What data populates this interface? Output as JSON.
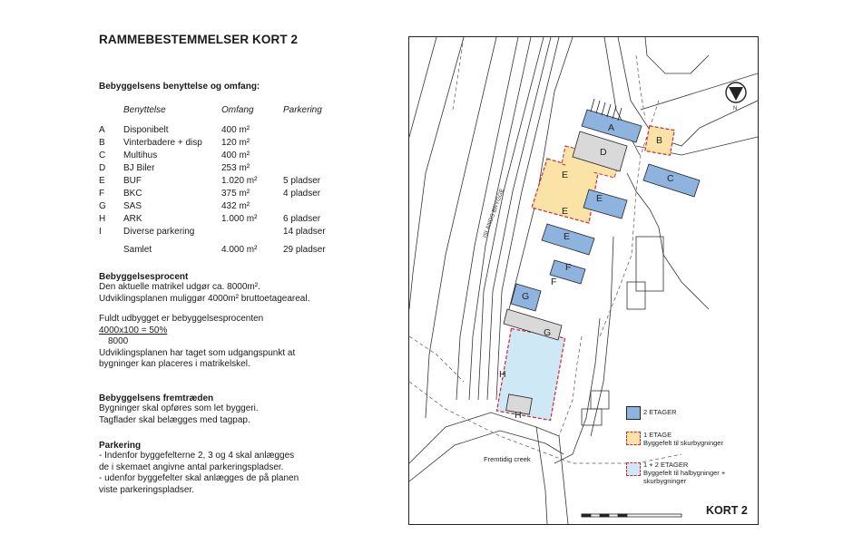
{
  "title": "RAMMEBESTEMMELSER KORT 2",
  "usage": {
    "heading": "Bebyggelsens benyttelse og omfang:",
    "columns": [
      "Benyttelse",
      "Omfang",
      "Parkering"
    ],
    "rows": [
      {
        "code": "A",
        "use": "Disponibelt",
        "area": "400 m²",
        "parking": ""
      },
      {
        "code": "B",
        "use": "Vinterbadere + disp",
        "area": "120 m²",
        "parking": ""
      },
      {
        "code": "C",
        "use": "Multihus",
        "area": "400 m²",
        "parking": ""
      },
      {
        "code": "D",
        "use": "BJ Biler",
        "area": "253 m²",
        "parking": ""
      },
      {
        "code": "E",
        "use": "BUF",
        "area": "1.020 m²",
        "parking": "5 pladser"
      },
      {
        "code": "F",
        "use": "BKC",
        "area": "375 m²",
        "parking": "4 pladser"
      },
      {
        "code": "G",
        "use": "SAS",
        "area": "432 m²",
        "parking": ""
      },
      {
        "code": "H",
        "use": "ARK",
        "area": "1.000 m²",
        "parking": "6 pladser"
      },
      {
        "code": "I",
        "use": "Diverse parkering",
        "area": "",
        "parking": "14 pladser"
      }
    ],
    "total": {
      "label": "Samlet",
      "area": "4.000 m²",
      "parking": "29 pladser"
    }
  },
  "percentage": {
    "heading": "Bebyggelsesprocent",
    "line1": "Den aktuelle matrikel udgør ca. 8000m².",
    "line2": "Udviklingsplanen muliggør 4000m² bruttoetageareal.",
    "line3": "Fuldt udbygget er bebyggelsesprocenten",
    "fraction_numerator": "4000x100 = 50%",
    "fraction_denominator": "8000",
    "line4": "Udviklingsplanen har taget som udgangspunkt at",
    "line5": "bygninger kan placeres i matrikelskel."
  },
  "appearance": {
    "heading": "Bebyggelsens fremtræden",
    "line1": "Bygninger skal opføres som let byggeri.",
    "line2": "Tagflader skal belægges med tagpap."
  },
  "parking": {
    "heading": "Parkering",
    "line1": "- Indenfor byggefelterne 2, 3 og 4 skal anlægges",
    "line2": "de i skemaet angivne antal parkeringspladser.",
    "line3": "- udenfor byggefelter skal anlægges de på planen",
    "line4": "viste parkeringspladser."
  },
  "map": {
    "labels": {
      "A": "A",
      "B": "B",
      "C": "C",
      "D": "D",
      "E1": "E",
      "E2": "E",
      "E3": "E",
      "E4": "E",
      "F1": "F",
      "F2": "F",
      "G1": "G",
      "G2": "G",
      "H1": "H",
      "H2": "H"
    },
    "road_label": "ISLANDS BRYGGE",
    "creek_label": "Fremtidig creek",
    "north_label": "N",
    "kort_label": "KORT 2",
    "legend": {
      "item1": "2 ETAGER",
      "item2_line1": "1 ETAGE",
      "item2_line2": "Byggefelt til skurbygninger",
      "item3_line1": "1 + 2 ETAGER",
      "item3_line2": "Byggefelt til halbygninger +",
      "item3_line3": "skurbygninger"
    },
    "colors": {
      "blue": "#8fb3df",
      "yellow": "#fbe3a8",
      "light_blue": "#cfe8f5",
      "grey": "#d9d9d9",
      "red_dash": "#d0262b"
    }
  }
}
